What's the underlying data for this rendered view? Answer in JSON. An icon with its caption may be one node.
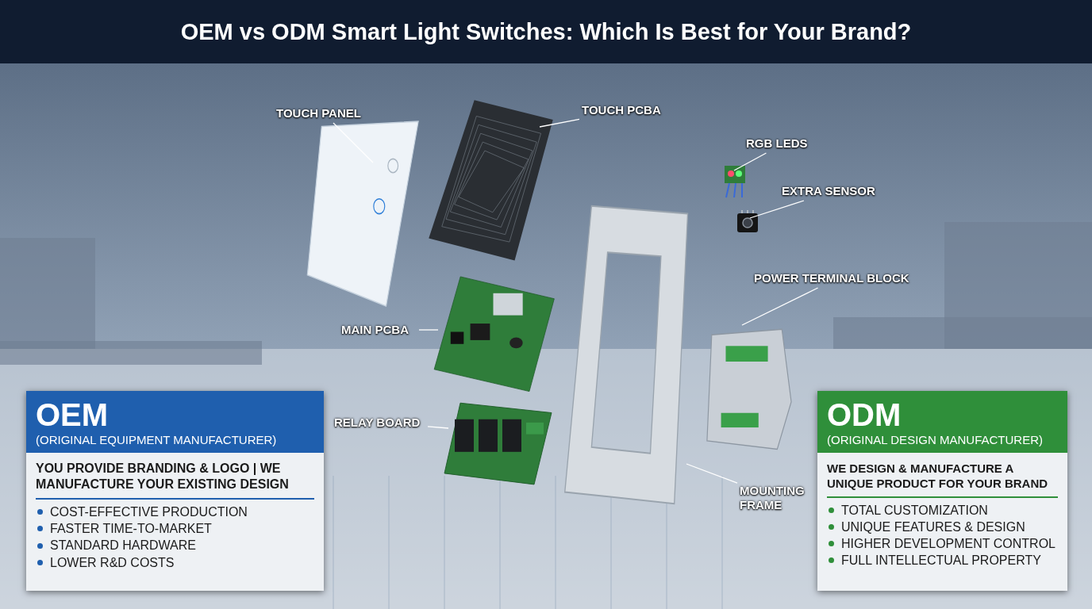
{
  "diagram": {
    "title": "OEM vs ODM Smart Light Switches: Which Is Best for Your Brand?",
    "nodes": [
      {
        "text": [
          "TOUCH PANEL"
        ]
      },
      {
        "text": [],
        "shape": "picture"
      },
      {
        "text": [
          "TOUCH PCBA"
        ]
      },
      {
        "text": [],
        "shape": "picture"
      },
      {
        "text": [
          "RGB LEDS"
        ]
      },
      {
        "text": [],
        "shape": "picture"
      },
      {
        "text": [
          "EXTRA SENSOR"
        ]
      },
      {
        "text": [],
        "shape": "picture"
      },
      {
        "text": [
          "POWER TERMINAL BLOCK"
        ]
      },
      {
        "text": [],
        "shape": "picture"
      },
      {
        "text": [
          "MAIN PCBA"
        ]
      },
      {
        "text": [],
        "shape": "picture"
      },
      {
        "text": [
          "RELAY BOARD"
        ]
      },
      {
        "text": [],
        "shape": "picture"
      },
      {
        "text": [
          "MOUNTING FRAME"
        ]
      },
      {
        "text": [],
        "shape": "picture"
      },
      {
        "text": [
          "OEM",
          "(ORIGINAL EQUIPMENT MANUFACTURER)",
          "YOU PROVIDE BRANDING & LOGO | WE MANUFACTURE YOUR EXISTING DESIGN",
          "COST-EFFECTIVE PRODUCTION",
          "FASTER TIME-TO-MARKET",
          "STANDARD HARDWARE",
          "LOWER R&D COSTS"
        ]
      },
      {
        "text": [
          "ODM",
          "(ORIGINAL DESIGN MANUFACTURER)",
          "WE DESIGN & MANUFACTURE A UNIQUE PRODUCT FOR YOUR BRAND",
          "TOTAL CUSTOMIZATION",
          "UNIQUE FEATURES & DESIGN",
          "HIGHER DEVELOPMENT CONTROL",
          "FULL INTELLECTUAL PROPERTY"
        ]
      }
    ],
    "edges": [
      {
        "from": 0,
        "to": 1,
        "arrow": "none"
      },
      {
        "from": 2,
        "to": 3,
        "arrow": "none"
      },
      {
        "from": 4,
        "to": 5,
        "arrow": "none"
      },
      {
        "from": 6,
        "to": 7,
        "arrow": "none"
      },
      {
        "from": 8,
        "to": 9,
        "arrow": "none"
      },
      {
        "from": 10,
        "to": 11,
        "arrow": "none"
      },
      {
        "from": 12,
        "to": 13,
        "arrow": "none"
      },
      {
        "from": 14,
        "to": 15,
        "arrow": "none"
      }
    ]
  }
}
